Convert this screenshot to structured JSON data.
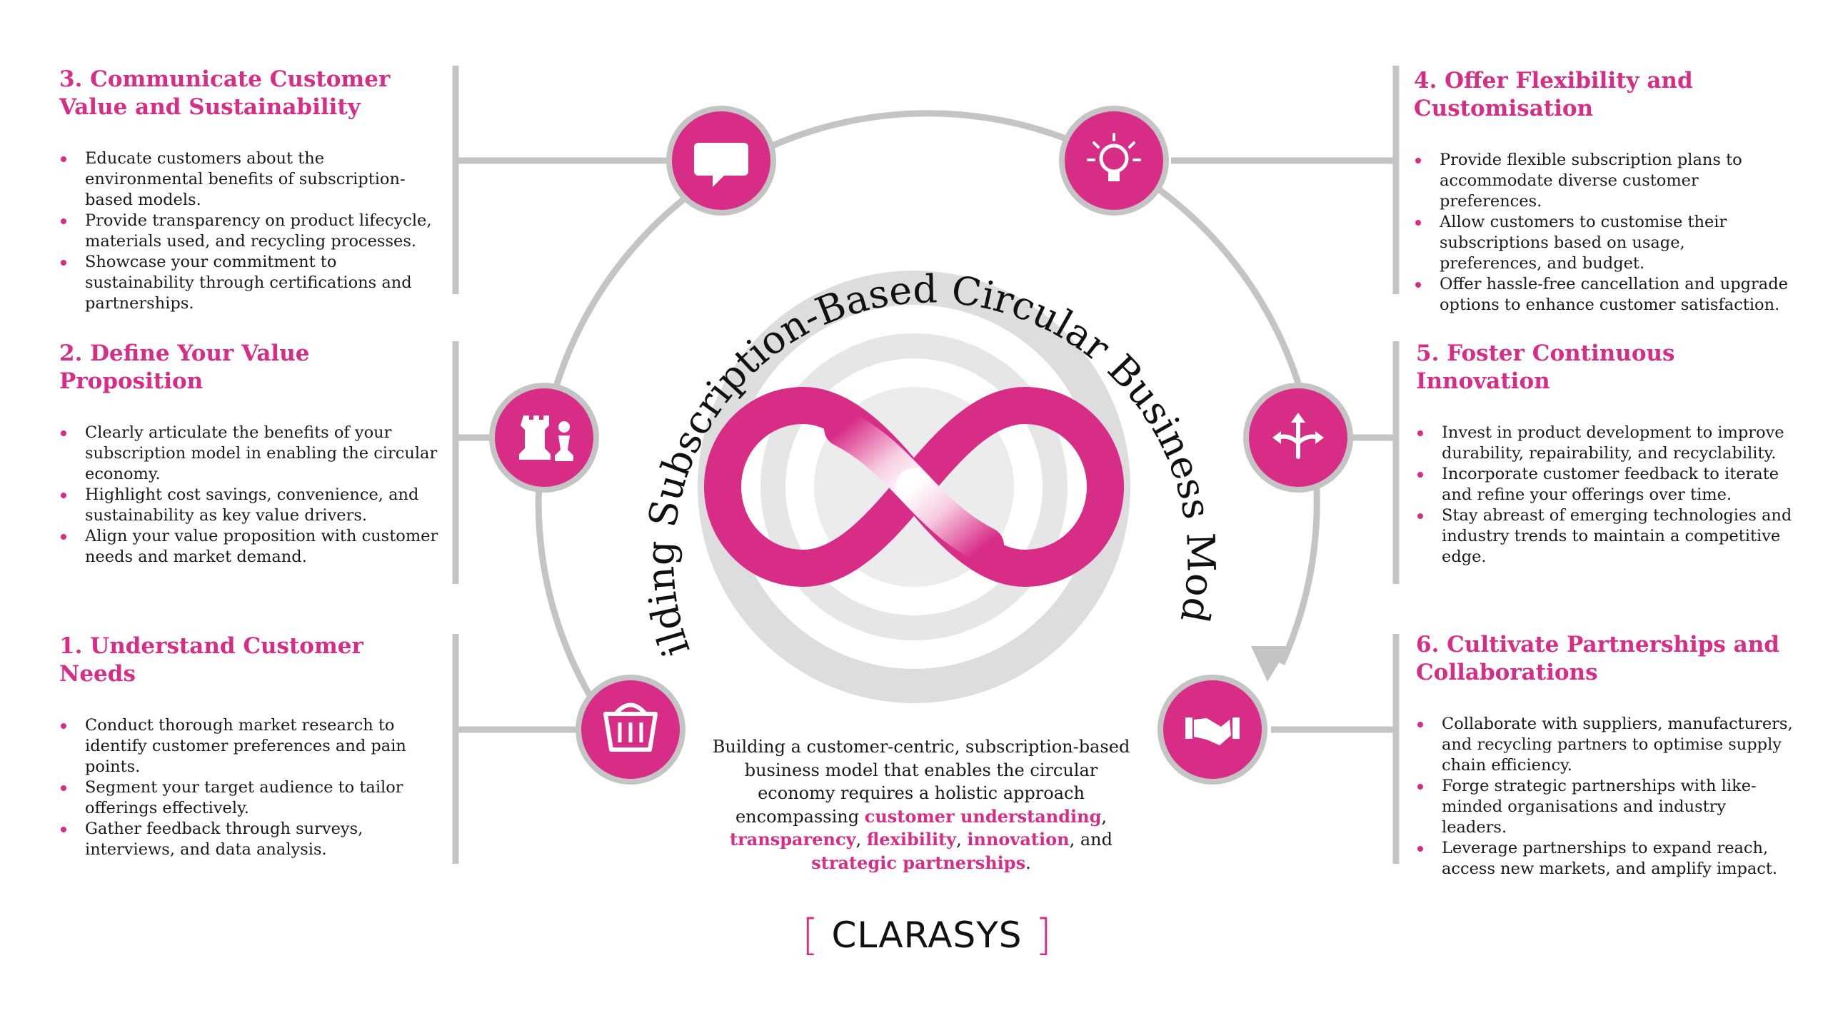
{
  "title": "Building Subscription-Based Circular Business Models",
  "steps": [
    {
      "heading": "1. Understand Customer Needs",
      "bullets": [
        "Conduct thorough market research to identify customer preferences and pain points.",
        "Segment your target audience to tailor offerings effectively.",
        "Gather feedback through surveys, interviews, and data analysis."
      ]
    },
    {
      "heading": "2. Define Your Value Proposition",
      "bullets": [
        "Clearly articulate the benefits of your subscription model in enabling the circular economy.",
        "Highlight cost savings, convenience, and sustainability as key value drivers.",
        "Align your value proposition with customer needs and market demand."
      ]
    },
    {
      "heading": "3. Communicate Customer Value and Sustainability",
      "bullets": [
        "Educate customers about the environmental benefits of subscription-based models.",
        "Provide transparency on product lifecycle, materials used, and recycling processes.",
        "Showcase your commitment to sustainability through certifications and partnerships."
      ]
    },
    {
      "heading": "4. Offer Flexibility and Customisation",
      "bullets": [
        "Provide flexible subscription plans to accommodate diverse customer preferences.",
        "Allow customers to customise their subscriptions based on usage, preferences, and budget.",
        "Offer hassle-free cancellation and upgrade options to enhance customer satisfaction."
      ]
    },
    {
      "heading": "5. Foster Continuous Innovation",
      "bullets": [
        "Invest in product development to improve durability, repairability, and recyclability.",
        "Incorporate customer feedback to iterate and refine your offerings over time.",
        "Stay abreast of emerging technologies and industry trends to maintain a competitive edge."
      ]
    },
    {
      "heading": "6. Cultivate Partnerships and Collaborations",
      "bullets": [
        "Collaborate with suppliers, manufacturers, and recycling partners to optimise supply chain efficiency.",
        "Forge strategic partnerships with like-minded organisations and industry leaders.",
        "Leverage partnerships to expand reach, access new markets, and amplify impact."
      ]
    }
  ],
  "summary": {
    "intro": "Building a customer-centric, subscription-based business model that enables the circular economy requires a holistic approach encompassing ",
    "k1": "customer understanding",
    "s1": ", ",
    "k2": "transparency",
    "s2": ", ",
    "k3": "flexibility",
    "s3": ", ",
    "k4": "innovation",
    "s4": ", and ",
    "k5": "strategic partnerships",
    "end": "."
  },
  "logo": {
    "open": "[",
    "word": "CLARASYS",
    "close": "]"
  },
  "icons": [
    "basket-icon",
    "chess-icon",
    "speech-bubble-icon",
    "lightbulb-icon",
    "split-arrows-icon",
    "handshake-icon"
  ],
  "colors": {
    "accent": "#d82d86",
    "line": "#c4c4c4",
    "ring": "#dddddd"
  }
}
